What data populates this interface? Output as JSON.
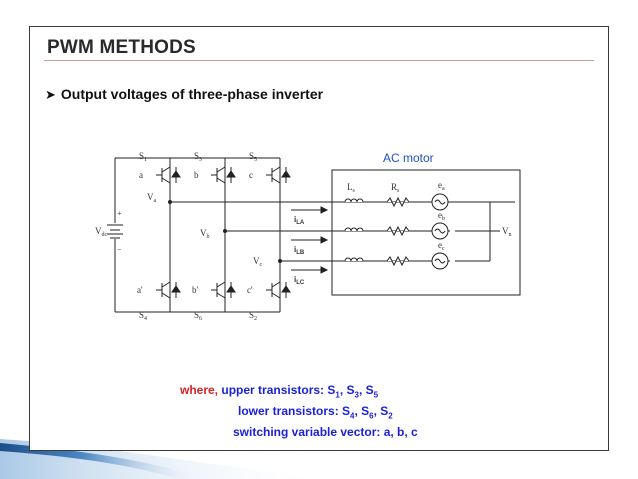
{
  "title": "PWM METHODS",
  "bullet": "Output voltages of three-phase inverter",
  "diagram": {
    "motor_label": "AC motor",
    "upper_switches": [
      "S",
      "S",
      "S"
    ],
    "upper_subs": [
      "1",
      "3",
      "5"
    ],
    "lower_switches": [
      "S",
      "S",
      "S"
    ],
    "lower_subs": [
      "4",
      "6",
      "2"
    ],
    "phase_upper": [
      "a",
      "b",
      "c"
    ],
    "phase_lower": [
      "a'",
      "b'",
      "c'"
    ],
    "vdc": "V",
    "vdc_sub": "dc",
    "plus": "+",
    "minus": "−",
    "va": "V",
    "va_sub": "a",
    "vb": "V",
    "vb_sub": "b",
    "vc": "V",
    "vc_sub": "c",
    "currents": [
      "i",
      "i",
      "i"
    ],
    "current_subs": [
      "LA",
      "LB",
      "LC"
    ],
    "ls": "L",
    "ls_sub": "s",
    "rs": "R",
    "rs_sub": "s",
    "emf": [
      "e",
      "e",
      "e"
    ],
    "emf_subs": [
      "a",
      "b",
      "c"
    ],
    "vn": "V",
    "vn_sub": "n"
  },
  "notes": {
    "where": "where,",
    "upper_prefix": "upper transistors: S",
    "upper_subs": [
      "1",
      "3",
      "5"
    ],
    "lower_prefix": "lower transistors: S",
    "lower_subs": [
      "4",
      "6",
      "2"
    ],
    "sep": ", S",
    "switching": "switching variable vector: a, b, c"
  },
  "colors": {
    "accent_blue": "#1a1fd8",
    "accent_red": "#d42424",
    "swoosh": "#2f66a3"
  }
}
